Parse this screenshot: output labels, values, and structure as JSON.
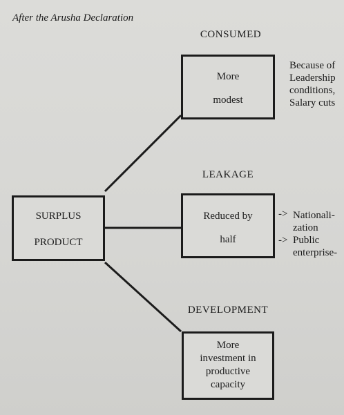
{
  "header": "After the Arusha Declaration",
  "nodes": {
    "surplus": {
      "line1": "SURPLUS",
      "line2": "PRODUCT"
    },
    "consumed": {
      "label": "CONSUMED",
      "line1": "More",
      "line2": "modest"
    },
    "leakage": {
      "label": "LEAKAGE",
      "line1": "Reduced by",
      "line2": "half"
    },
    "development": {
      "label": "DEVELOPMENT",
      "line1": "More",
      "line2": "investment in",
      "line3": "productive",
      "line4": "capacity"
    }
  },
  "notes": {
    "consumed": [
      "Because of",
      "Leadership",
      "conditions,",
      "Salary cuts"
    ],
    "leakage": [
      "Nationali-",
      "zation",
      "Public",
      "enterprise-"
    ],
    "arrow_glyph": "->"
  }
}
